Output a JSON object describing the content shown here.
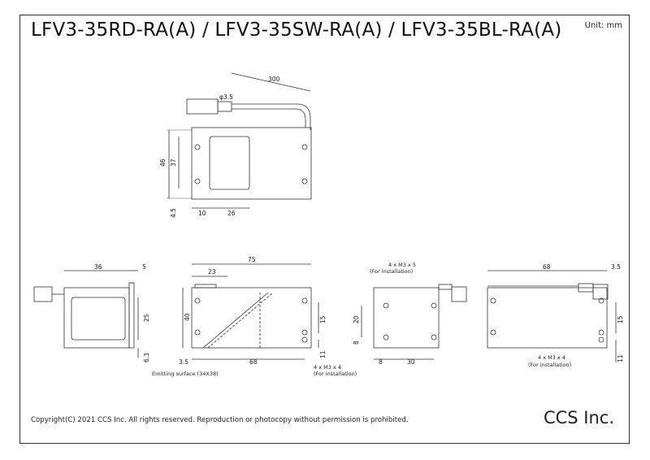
{
  "title": "LFV3-35RD-RA(A) / LFV3-35SW-RA(A) / LFV3-35BL-RA(A)",
  "unit": "Unit: mm",
  "copyright": "Copyright(C) 2021 CCS Inc. All rights reserved. Reproduction or photocopy without permission is prohibited.",
  "company": "CCS Inc.",
  "top_view": {
    "cable_length": "300",
    "cable_diameter": "φ3.5",
    "height_outer": "46",
    "height_inner": "37",
    "offset_bottom": "4.5",
    "offset_left": "10",
    "window_width": "26"
  },
  "side_left": {
    "width": "36",
    "flange": "5",
    "window_height": "25",
    "bottom": "6.3"
  },
  "front": {
    "length": "75",
    "offset_23": "23",
    "height": "40",
    "hole_span": "68",
    "left_margin": "3.5",
    "right_upper": "15",
    "right_lower": "11",
    "screw_note": "4 x M3 x 4",
    "screw_note2": "(For installation)",
    "emitting": "Emitting surface (34X38)"
  },
  "side_right": {
    "screw_note": "4 x M3 x 5",
    "screw_note2": "(For installation)",
    "height": "20",
    "lower": "8",
    "left": "8",
    "span": "30"
  },
  "back": {
    "length": "68",
    "flange": "3.5",
    "upper": "15",
    "lower": "11",
    "screw_note": "4 x M3 x 4",
    "screw_note2": "(For installation)"
  }
}
